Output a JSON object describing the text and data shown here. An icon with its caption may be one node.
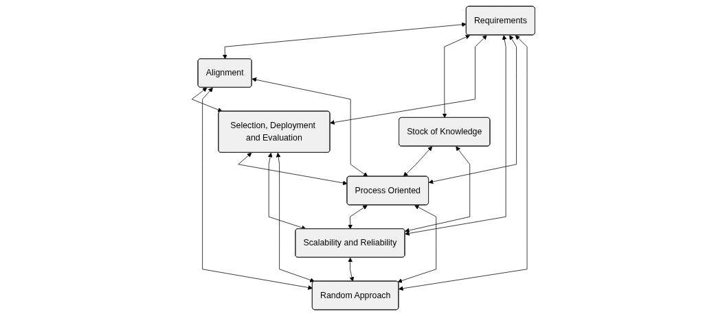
{
  "diagram": {
    "nodes": [
      {
        "text": [
          "Requirements"
        ]
      },
      {
        "text": [
          "Alignment"
        ]
      },
      {
        "text": [
          "Stock of Knowledge"
        ]
      },
      {
        "text": [
          "Selection, Deployment and Evaluation"
        ]
      },
      {
        "text": [
          "Process Oriented"
        ]
      },
      {
        "text": [
          "Scalability and Reliability"
        ]
      },
      {
        "text": [
          "Random Approach"
        ]
      }
    ],
    "edges": [
      {
        "from": 0,
        "to": 1,
        "arrow": "both"
      },
      {
        "from": 0,
        "to": 2,
        "arrow": "both"
      },
      {
        "from": 0,
        "to": 3,
        "arrow": "both"
      },
      {
        "from": 0,
        "to": 5,
        "arrow": "both"
      },
      {
        "from": 0,
        "to": 4,
        "arrow": "both"
      },
      {
        "from": 0,
        "to": 6,
        "arrow": "both"
      },
      {
        "from": 1,
        "to": 3,
        "arrow": "both"
      },
      {
        "from": 1,
        "to": 6,
        "arrow": "both"
      },
      {
        "from": 1,
        "to": 4,
        "arrow": "both"
      },
      {
        "from": 2,
        "to": 4,
        "arrow": "both"
      },
      {
        "from": 2,
        "to": 5,
        "arrow": "both"
      },
      {
        "from": 3,
        "to": 4,
        "arrow": "both"
      },
      {
        "from": 3,
        "to": 5,
        "arrow": "both"
      },
      {
        "from": 3,
        "to": 6,
        "arrow": "both"
      },
      {
        "from": 4,
        "to": 5,
        "arrow": "both"
      },
      {
        "from": 4,
        "to": 6,
        "arrow": "both"
      },
      {
        "from": 5,
        "to": 6,
        "arrow": "both"
      }
    ]
  }
}
